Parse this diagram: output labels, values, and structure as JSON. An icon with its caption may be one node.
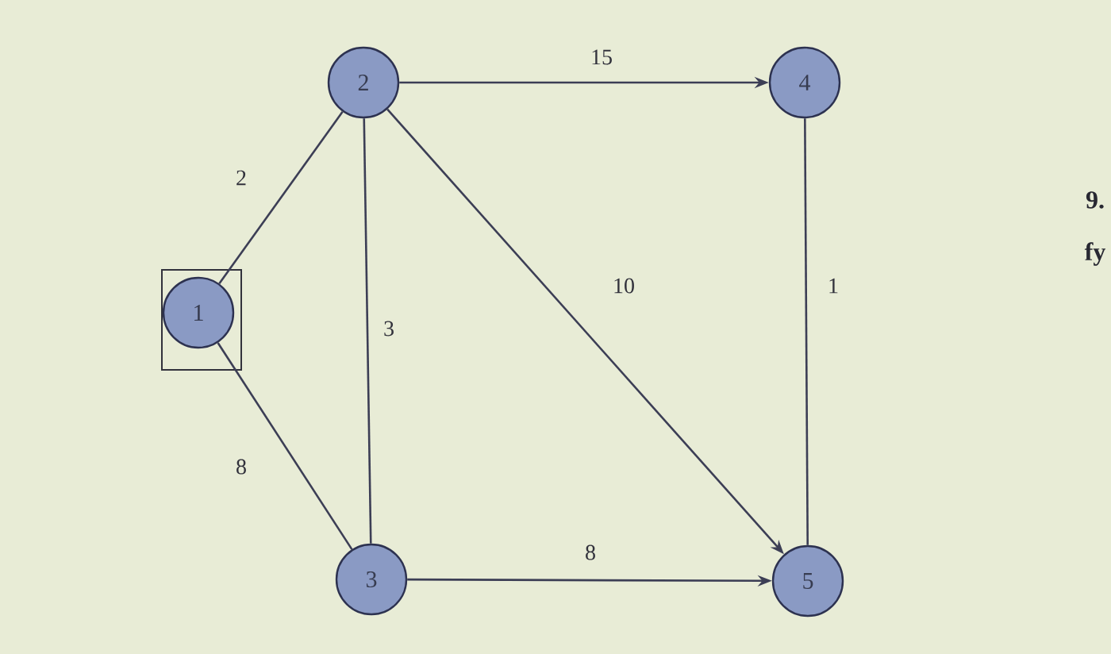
{
  "diagram": {
    "nodes": [
      {
        "text": [
          "1"
        ]
      },
      {
        "text": [
          "2"
        ]
      },
      {
        "text": [
          "3"
        ]
      },
      {
        "text": [
          "4"
        ]
      },
      {
        "text": [
          "5"
        ]
      }
    ],
    "edges": [
      {
        "from": 0,
        "to": 1,
        "arrow": "none",
        "label": "2"
      },
      {
        "from": 1,
        "to": 3,
        "arrow": "to",
        "label": "15"
      },
      {
        "from": 1,
        "to": 2,
        "arrow": "none",
        "label": "3"
      },
      {
        "from": 1,
        "to": 4,
        "arrow": "to",
        "label": "10"
      },
      {
        "from": 3,
        "to": 4,
        "arrow": "none",
        "label": "1"
      },
      {
        "from": 0,
        "to": 2,
        "arrow": "none",
        "label": "8"
      },
      {
        "from": 2,
        "to": 4,
        "arrow": "to",
        "label": "8"
      }
    ],
    "labels": [
      "9.",
      "fy"
    ]
  }
}
